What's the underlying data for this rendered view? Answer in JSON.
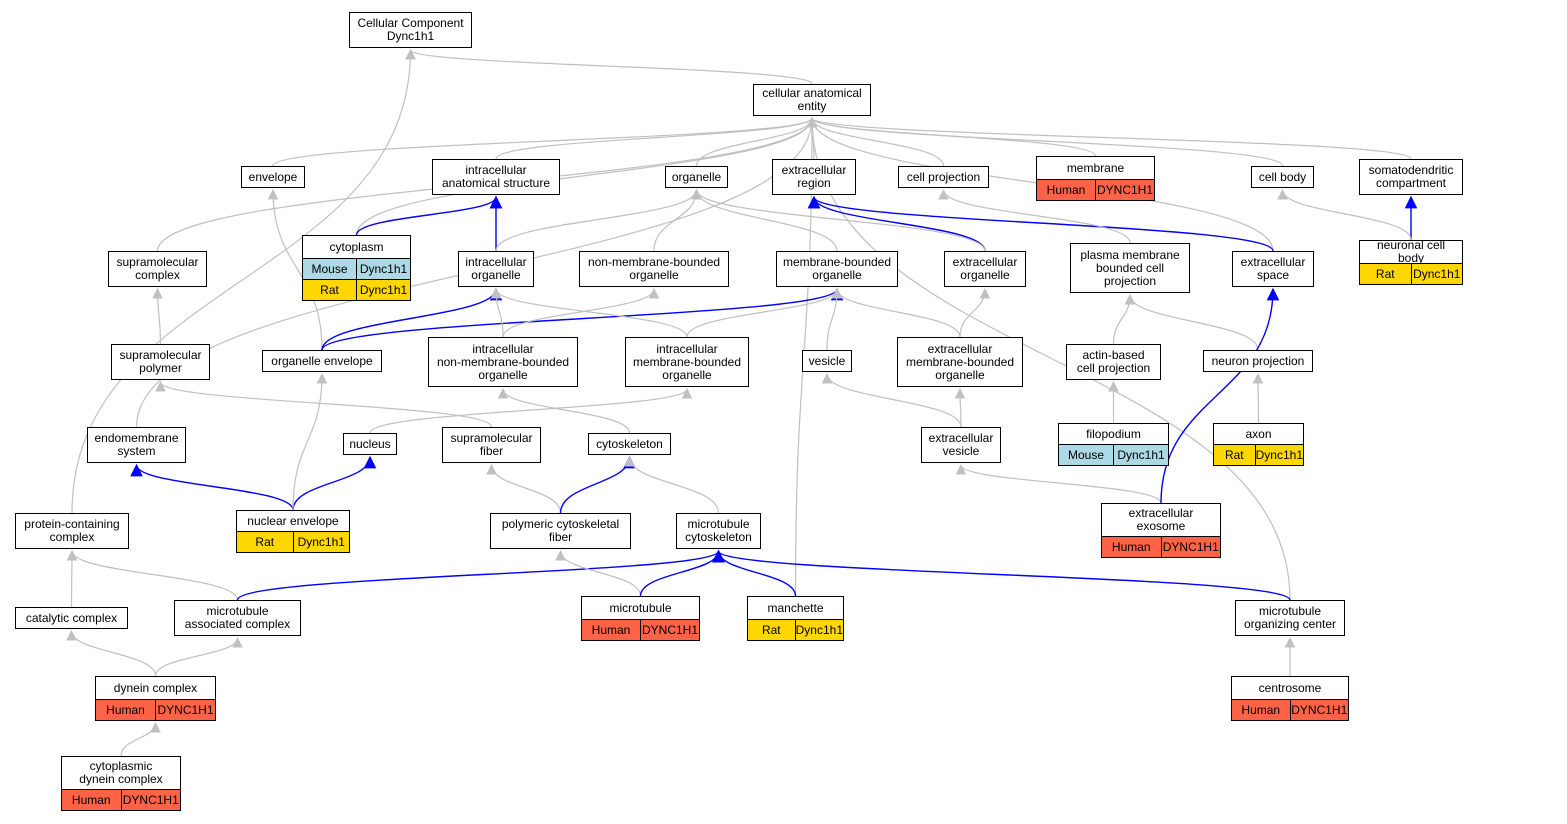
{
  "colors": {
    "gray_edge": "#c0c0c0",
    "blue_edge": "#0000ff",
    "Human": "#ff6347",
    "Mouse": "#add8e6",
    "Rat": "#ffd700"
  },
  "nodes": [
    {
      "id": "root",
      "label": "Cellular Component\nDync1h1"
    },
    {
      "id": "cae",
      "label": "cellular anatomical\nentity"
    },
    {
      "id": "envelope",
      "label": "envelope"
    },
    {
      "id": "ias",
      "label": "intracellular\nanatomical structure"
    },
    {
      "id": "organelle",
      "label": "organelle"
    },
    {
      "id": "ecr",
      "label": "extracellular\nregion"
    },
    {
      "id": "cellproj",
      "label": "cell projection"
    },
    {
      "id": "membrane",
      "label": "membrane",
      "species": [
        [
          "Human",
          "DYNC1H1"
        ]
      ]
    },
    {
      "id": "cellbody",
      "label": "cell body"
    },
    {
      "id": "somato",
      "label": "somatodendritic\ncompartment"
    },
    {
      "id": "cytoplasm",
      "label": "cytoplasm",
      "species": [
        [
          "Mouse",
          "Dync1h1"
        ],
        [
          "Rat",
          "Dync1h1"
        ]
      ]
    },
    {
      "id": "supcomplex",
      "label": "supramolecular\ncomplex"
    },
    {
      "id": "intorg",
      "label": "intracellular\norganelle"
    },
    {
      "id": "nonmem",
      "label": "non-membrane-bounded\norganelle"
    },
    {
      "id": "membbound",
      "label": "membrane-bounded\norganelle"
    },
    {
      "id": "ecorg",
      "label": "extracellular\norganelle"
    },
    {
      "id": "pmbcp",
      "label": "plasma membrane\nbounded cell\nprojection"
    },
    {
      "id": "ecspace",
      "label": "extracellular\nspace"
    },
    {
      "id": "ncb",
      "label": "neuronal cell\nbody",
      "species": [
        [
          "Rat",
          "Dync1h1"
        ]
      ]
    },
    {
      "id": "suppoly",
      "label": "supramolecular\npolymer"
    },
    {
      "id": "orgenv",
      "label": "organelle envelope"
    },
    {
      "id": "inmbo",
      "label": "intracellular\nnon-membrane-bounded\norganelle"
    },
    {
      "id": "imbo",
      "label": "intracellular\nmembrane-bounded\norganelle"
    },
    {
      "id": "vesicle",
      "label": "vesicle"
    },
    {
      "id": "embo",
      "label": "extracellular\nmembrane-bounded\norganelle"
    },
    {
      "id": "actin",
      "label": "actin-based\ncell projection"
    },
    {
      "id": "neuproj",
      "label": "neuron projection"
    },
    {
      "id": "endomem",
      "label": "endomembrane\nsystem"
    },
    {
      "id": "nucleus",
      "label": "nucleus"
    },
    {
      "id": "supfiber",
      "label": "supramolecular\nfiber"
    },
    {
      "id": "cytoskel",
      "label": "cytoskeleton"
    },
    {
      "id": "ecves",
      "label": "extracellular\nvesicle"
    },
    {
      "id": "filo",
      "label": "filopodium",
      "species": [
        [
          "Mouse",
          "Dync1h1"
        ]
      ]
    },
    {
      "id": "axon",
      "label": "axon",
      "species": [
        [
          "Rat",
          "Dync1h1"
        ]
      ]
    },
    {
      "id": "pcc",
      "label": "protein-containing\ncomplex"
    },
    {
      "id": "nucenv",
      "label": "nuclear envelope",
      "species": [
        [
          "Rat",
          "Dync1h1"
        ]
      ]
    },
    {
      "id": "pcf",
      "label": "polymeric cytoskeletal\nfiber"
    },
    {
      "id": "mtcyto",
      "label": "microtubule\ncytoskeleton"
    },
    {
      "id": "exo",
      "label": "extracellular\nexosome",
      "species": [
        [
          "Human",
          "DYNC1H1"
        ]
      ]
    },
    {
      "id": "catcomp",
      "label": "catalytic complex"
    },
    {
      "id": "mac",
      "label": "microtubule\nassociated complex"
    },
    {
      "id": "mt",
      "label": "microtubule",
      "species": [
        [
          "Human",
          "DYNC1H1"
        ]
      ]
    },
    {
      "id": "manch",
      "label": "manchette",
      "species": [
        [
          "Rat",
          "Dync1h1"
        ]
      ]
    },
    {
      "id": "mtoc",
      "label": "microtubule\norganizing center"
    },
    {
      "id": "dynein",
      "label": "dynein complex",
      "species": [
        [
          "Human",
          "DYNC1H1"
        ]
      ]
    },
    {
      "id": "centro",
      "label": "centrosome",
      "species": [
        [
          "Human",
          "DYNC1H1"
        ]
      ]
    },
    {
      "id": "cdc",
      "label": "cytoplasmic\ndynein complex",
      "species": [
        [
          "Human",
          "DYNC1H1"
        ]
      ]
    }
  ],
  "edges": [
    {
      "from": "cae",
      "to": "root",
      "color": "gray"
    },
    {
      "from": "pcc",
      "to": "root",
      "color": "gray"
    },
    {
      "from": "envelope",
      "to": "cae",
      "color": "gray"
    },
    {
      "from": "ias",
      "to": "cae",
      "color": "gray"
    },
    {
      "from": "organelle",
      "to": "cae",
      "color": "gray"
    },
    {
      "from": "ecr",
      "to": "cae",
      "color": "gray"
    },
    {
      "from": "cellproj",
      "to": "cae",
      "color": "gray"
    },
    {
      "from": "membrane",
      "to": "cae",
      "color": "gray"
    },
    {
      "from": "cellbody",
      "to": "cae",
      "color": "gray"
    },
    {
      "from": "somato",
      "to": "cae",
      "color": "gray"
    },
    {
      "from": "cytoplasm",
      "to": "cae",
      "color": "gray"
    },
    {
      "from": "supcomplex",
      "to": "cae",
      "color": "gray"
    },
    {
      "from": "endomem",
      "to": "cae",
      "color": "gray"
    },
    {
      "from": "ecspace",
      "to": "cae",
      "color": "gray"
    },
    {
      "from": "manch",
      "to": "cae",
      "color": "gray"
    },
    {
      "from": "mtoc",
      "to": "cae",
      "color": "gray"
    },
    {
      "from": "cytoplasm",
      "to": "ias",
      "color": "blue"
    },
    {
      "from": "intorg",
      "to": "ias",
      "color": "blue"
    },
    {
      "from": "ecspace",
      "to": "ecr",
      "color": "blue"
    },
    {
      "from": "ecorg",
      "to": "ecr",
      "color": "blue"
    },
    {
      "from": "ncb",
      "to": "somato",
      "color": "blue"
    },
    {
      "from": "intorg",
      "to": "organelle",
      "color": "gray"
    },
    {
      "from": "nonmem",
      "to": "organelle",
      "color": "gray"
    },
    {
      "from": "membbound",
      "to": "organelle",
      "color": "gray"
    },
    {
      "from": "ecorg",
      "to": "organelle",
      "color": "gray"
    },
    {
      "from": "pmbcp",
      "to": "cellproj",
      "color": "gray"
    },
    {
      "from": "ncb",
      "to": "cellbody",
      "color": "gray"
    },
    {
      "from": "suppoly",
      "to": "supcomplex",
      "color": "gray"
    },
    {
      "from": "orgenv",
      "to": "envelope",
      "color": "gray"
    },
    {
      "from": "orgenv",
      "to": "intorg",
      "color": "blue"
    },
    {
      "from": "orgenv",
      "to": "membbound",
      "color": "blue"
    },
    {
      "from": "inmbo",
      "to": "intorg",
      "color": "gray"
    },
    {
      "from": "imbo",
      "to": "intorg",
      "color": "gray"
    },
    {
      "from": "inmbo",
      "to": "nonmem",
      "color": "gray"
    },
    {
      "from": "imbo",
      "to": "membbound",
      "color": "gray"
    },
    {
      "from": "vesicle",
      "to": "membbound",
      "color": "gray"
    },
    {
      "from": "embo",
      "to": "membbound",
      "color": "gray"
    },
    {
      "from": "embo",
      "to": "ecorg",
      "color": "gray"
    },
    {
      "from": "actin",
      "to": "pmbcp",
      "color": "gray"
    },
    {
      "from": "neuproj",
      "to": "pmbcp",
      "color": "gray"
    },
    {
      "from": "nucleus",
      "to": "imbo",
      "color": "gray"
    },
    {
      "from": "supfiber",
      "to": "suppoly",
      "color": "gray"
    },
    {
      "from": "cytoskel",
      "to": "inmbo",
      "color": "gray"
    },
    {
      "from": "ecves",
      "to": "vesicle",
      "color": "gray"
    },
    {
      "from": "ecves",
      "to": "embo",
      "color": "gray"
    },
    {
      "from": "filo",
      "to": "actin",
      "color": "gray"
    },
    {
      "from": "axon",
      "to": "neuproj",
      "color": "gray"
    },
    {
      "from": "nucenv",
      "to": "endomem",
      "color": "blue"
    },
    {
      "from": "nucenv",
      "to": "nucleus",
      "color": "blue"
    },
    {
      "from": "nucenv",
      "to": "orgenv",
      "color": "gray"
    },
    {
      "from": "pcf",
      "to": "supfiber",
      "color": "gray"
    },
    {
      "from": "pcf",
      "to": "cytoskel",
      "color": "blue"
    },
    {
      "from": "mtcyto",
      "to": "cytoskel",
      "color": "gray"
    },
    {
      "from": "exo",
      "to": "ecves",
      "color": "gray"
    },
    {
      "from": "exo",
      "to": "ecspace",
      "color": "blue"
    },
    {
      "from": "catcomp",
      "to": "pcc",
      "color": "gray"
    },
    {
      "from": "mac",
      "to": "pcc",
      "color": "gray"
    },
    {
      "from": "mac",
      "to": "mtcyto",
      "color": "blue"
    },
    {
      "from": "mt",
      "to": "pcf",
      "color": "gray"
    },
    {
      "from": "mt",
      "to": "mtcyto",
      "color": "blue"
    },
    {
      "from": "manch",
      "to": "mtcyto",
      "color": "blue"
    },
    {
      "from": "mtoc",
      "to": "mtcyto",
      "color": "blue"
    },
    {
      "from": "dynein",
      "to": "catcomp",
      "color": "gray"
    },
    {
      "from": "dynein",
      "to": "mac",
      "color": "gray"
    },
    {
      "from": "centro",
      "to": "mtoc",
      "color": "gray"
    },
    {
      "from": "cdc",
      "to": "dynein",
      "color": "gray"
    }
  ]
}
